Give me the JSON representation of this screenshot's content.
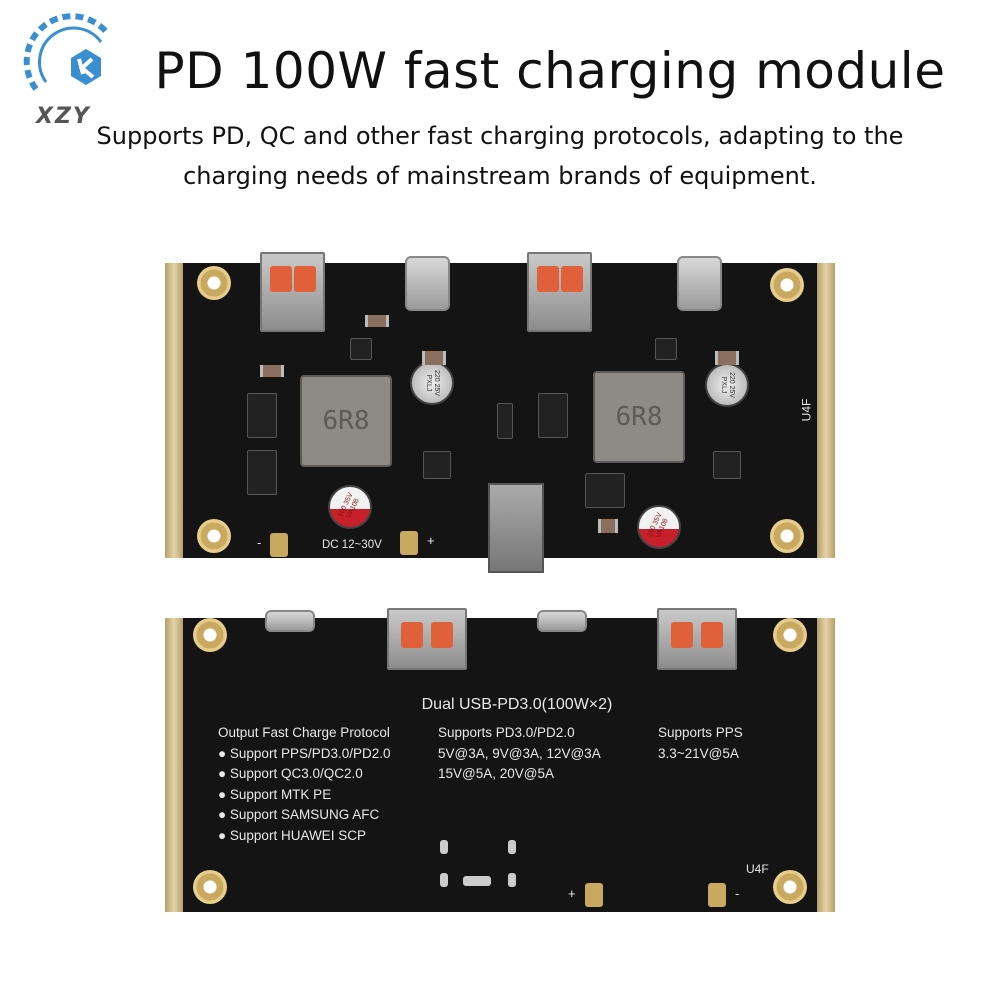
{
  "header": {
    "logo_text": "XZY",
    "logo_icon": "gear-hexagon-wrench-logo",
    "title": "PD 100W fast charging module",
    "subtitle_line1": "Supports PD, QC and other fast charging protocols, adapting to the",
    "subtitle_line2": "charging needs of mainstream brands of equipment."
  },
  "top_board": {
    "inductor_label": "6R8",
    "cap_top_label": "220 25V PXLJ",
    "cap_bottom_label": "100 35V VA108",
    "input_label": "DC 12~30V",
    "minus": "-",
    "plus": "+",
    "marking": "U4F"
  },
  "bottom_board": {
    "heading": "Dual USB-PD3.0(100W×2)",
    "col1": {
      "title": "Output Fast Charge Protocol",
      "items": [
        "Support PPS/PD3.0/PD2.0",
        "Support QC3.0/QC2.0",
        "Support MTK PE",
        "Support SAMSUNG AFC",
        "Support HUAWEI SCP"
      ]
    },
    "col2": {
      "title": "Supports PD3.0/PD2.0",
      "lines": [
        "5V@3A, 9V@3A, 12V@3A",
        "15V@5A, 20V@5A"
      ]
    },
    "col3": {
      "title": "Supports PPS",
      "lines": [
        "3.3~21V@5A"
      ]
    },
    "marking": "U4F",
    "plus": "+",
    "minus": "-"
  },
  "colors": {
    "board": "#141414",
    "gold": "#c9a860",
    "logo_blue": "#3a8fd0",
    "connector_orange": "#e0603a"
  }
}
